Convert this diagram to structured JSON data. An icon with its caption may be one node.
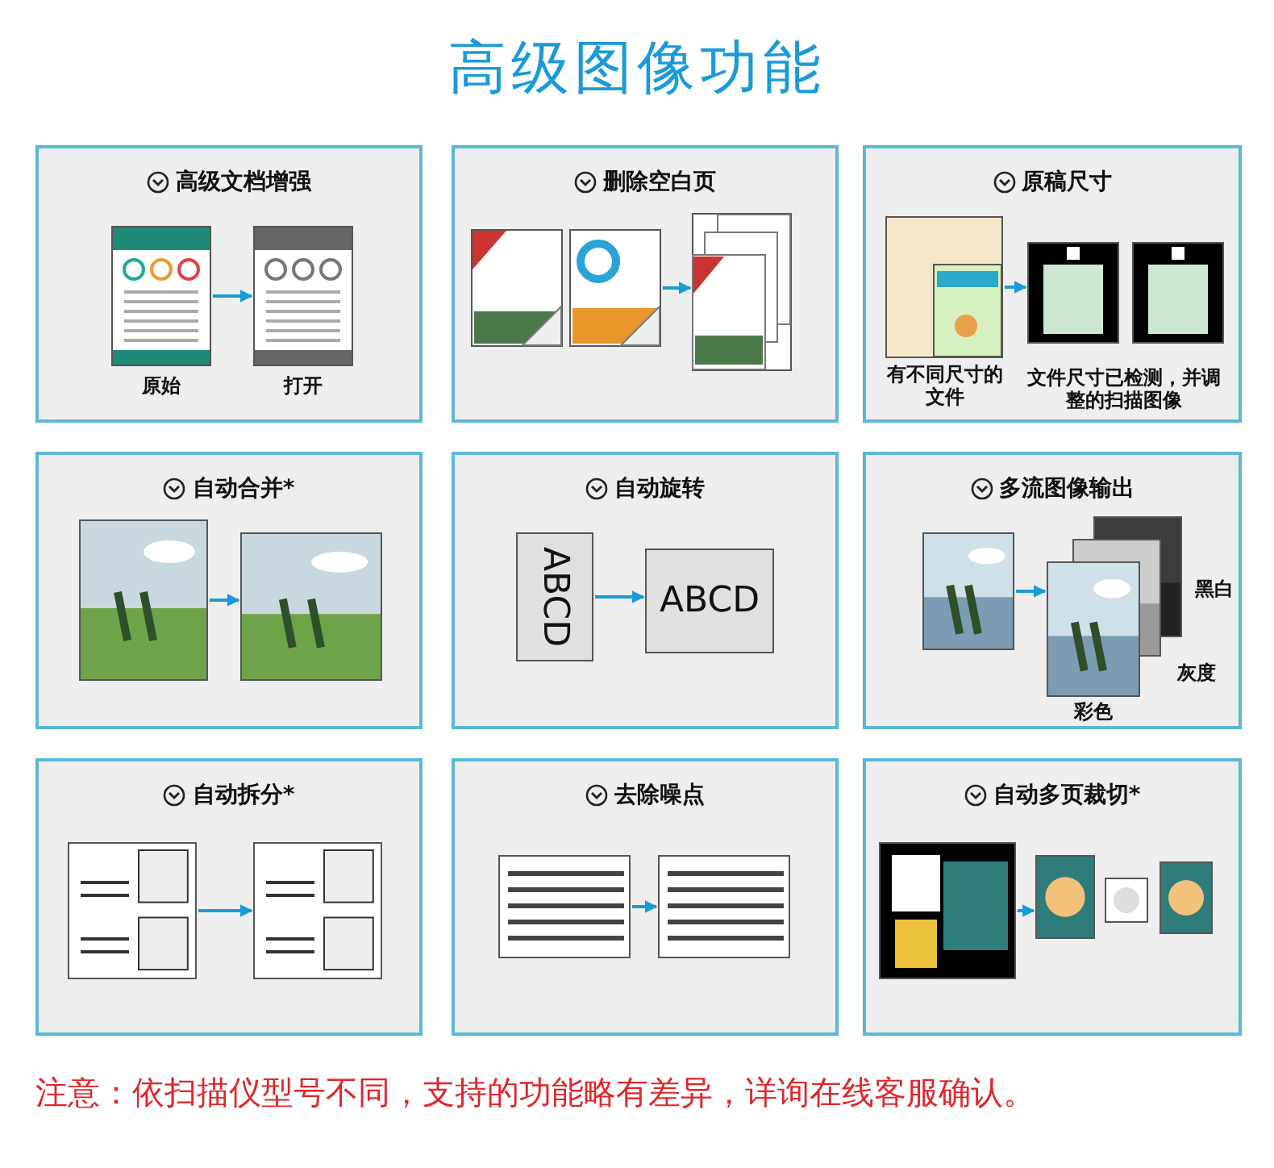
{
  "diagram": {
    "title": "高级图像功能",
    "caption": "注意：依扫描仪型号不同，支持的功能略有差异，详询在线客服确认。",
    "nodes": [
      {
        "text": [
          "高级文档增强"
        ]
      },
      {
        "text": [],
        "shape": "picture",
        "in": 0,
        "beside": [
          "原始"
        ]
      },
      {
        "text": [],
        "shape": "picture",
        "in": 0,
        "beside": [
          "打开"
        ]
      },
      {
        "text": [
          "删除空白页"
        ]
      },
      {
        "text": [],
        "shape": "picture",
        "in": 3
      },
      {
        "text": [],
        "shape": "picture",
        "in": 3
      },
      {
        "text": [],
        "shape": "picture",
        "in": 3
      },
      {
        "text": [
          "原稿尺寸"
        ]
      },
      {
        "text": [],
        "shape": "picture",
        "in": 7,
        "beside": [
          "有不同尺寸的文件"
        ]
      },
      {
        "text": [],
        "shape": "picture",
        "in": 7
      },
      {
        "text": [],
        "shape": "picture",
        "in": 7
      },
      {
        "text": [
          "自动合并*"
        ]
      },
      {
        "text": [],
        "shape": "picture",
        "in": 11
      },
      {
        "text": [],
        "shape": "picture",
        "in": 11
      },
      {
        "text": [
          "自动旋转"
        ]
      },
      {
        "text": [
          "ABCD"
        ],
        "in": 14
      },
      {
        "text": [
          "ABCD"
        ],
        "in": 14
      },
      {
        "text": [
          "多流图像输出"
        ]
      },
      {
        "text": [],
        "shape": "picture",
        "in": 17
      },
      {
        "text": [],
        "shape": "picture",
        "in": 17,
        "beside": [
          "彩色"
        ]
      },
      {
        "text": [],
        "shape": "picture",
        "in": 17,
        "beside": [
          "灰度"
        ]
      },
      {
        "text": [],
        "shape": "picture",
        "in": 17,
        "beside": [
          "黑白"
        ]
      },
      {
        "text": [
          "自动拆分*"
        ]
      },
      {
        "text": [],
        "shape": "picture",
        "in": 22
      },
      {
        "text": [],
        "shape": "picture",
        "in": 22
      },
      {
        "text": [
          "去除噪点"
        ]
      },
      {
        "text": [],
        "shape": "picture",
        "in": 25
      },
      {
        "text": [],
        "shape": "picture",
        "in": 25
      },
      {
        "text": [
          "自动多页裁切*"
        ]
      },
      {
        "text": [],
        "shape": "picture",
        "in": 28
      },
      {
        "text": [],
        "shape": "picture",
        "in": 28
      },
      {
        "text": [],
        "shape": "picture",
        "in": 28
      },
      {
        "text": [],
        "shape": "picture",
        "in": 28
      }
    ],
    "edges": [
      {
        "from": 1,
        "to": 2,
        "arrow": "to"
      },
      {
        "from": 5,
        "to": 6,
        "arrow": "to"
      },
      {
        "from": 8,
        "to": 9,
        "arrow": "to"
      },
      {
        "from": 12,
        "to": 13,
        "arrow": "to"
      },
      {
        "from": 15,
        "to": 16,
        "arrow": "to"
      },
      {
        "from": 18,
        "to": 19,
        "arrow": "to"
      },
      {
        "from": 23,
        "to": 24,
        "arrow": "to"
      },
      {
        "from": 26,
        "to": 27,
        "arrow": "to"
      },
      {
        "from": 29,
        "to": 30,
        "arrow": "to"
      }
    ],
    "labels": [
      "文件尺寸已检测，并调整的扫描图像"
    ]
  }
}
